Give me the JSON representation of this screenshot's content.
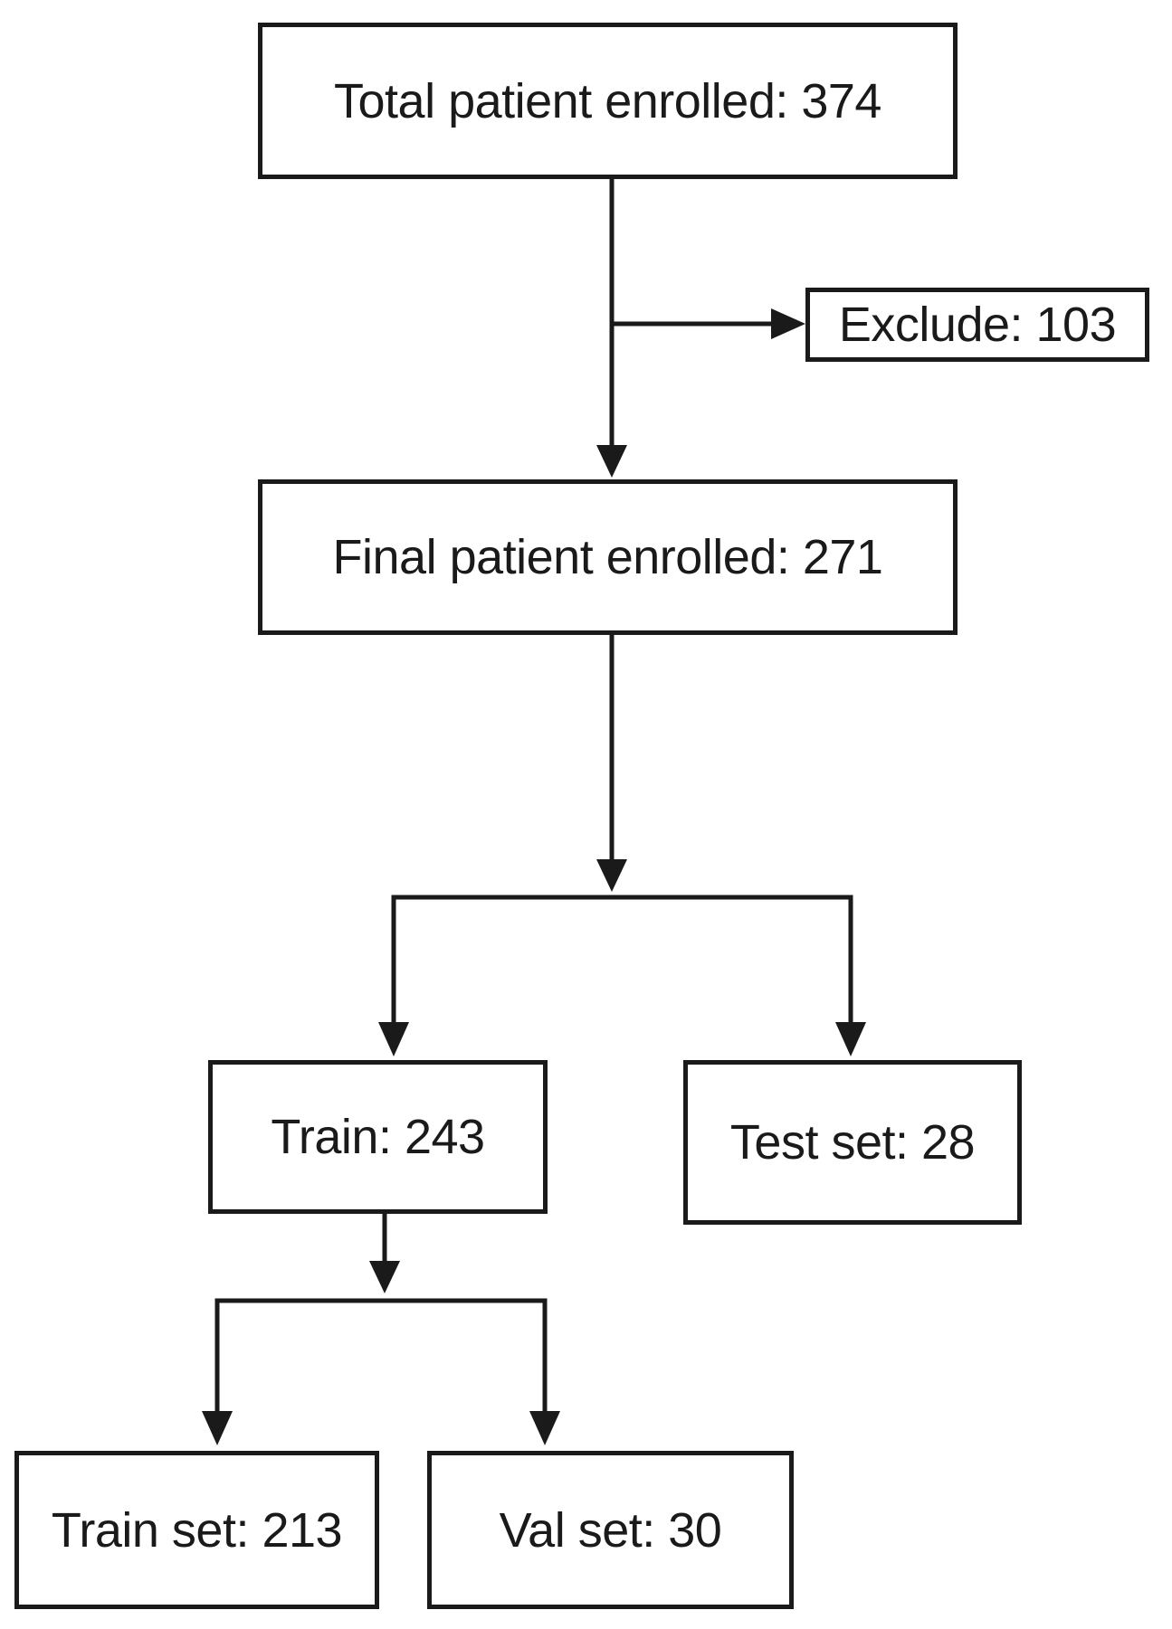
{
  "figure": {
    "type": "flowchart",
    "background_color": "#ffffff",
    "line_color": "#1a1a1a",
    "text_color": "#1a1a1a",
    "nodes": {
      "total": {
        "label": "Total patient enrolled: 374"
      },
      "exclude": {
        "label": "Exclude: 103"
      },
      "final": {
        "label": "Final patient enrolled: 271"
      },
      "train": {
        "label": "Train: 243"
      },
      "test": {
        "label": "Test set: 28"
      },
      "train_set": {
        "label": "Train set: 213"
      },
      "val_set": {
        "label": "Val set: 30"
      }
    },
    "edges": [
      {
        "from": "total",
        "to": "final",
        "type": "arrow"
      },
      {
        "from": "total",
        "to": "exclude",
        "type": "arrow"
      },
      {
        "from": "final",
        "to": "train",
        "type": "arrow"
      },
      {
        "from": "final",
        "to": "test",
        "type": "arrow"
      },
      {
        "from": "train",
        "to": "train_set",
        "type": "arrow"
      },
      {
        "from": "train",
        "to": "val_set",
        "type": "arrow"
      }
    ]
  }
}
